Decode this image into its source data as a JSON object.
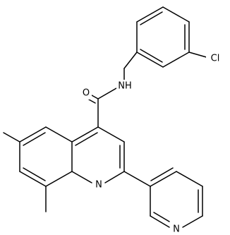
{
  "molecule": {
    "labels": {
      "cl": "Cl",
      "nh": "NH",
      "o": "O",
      "n_quinoline": "N",
      "n_pyridine": "N"
    },
    "colors": {
      "bond": "#000000",
      "text": "#000000",
      "background": "#ffffff"
    }
  }
}
